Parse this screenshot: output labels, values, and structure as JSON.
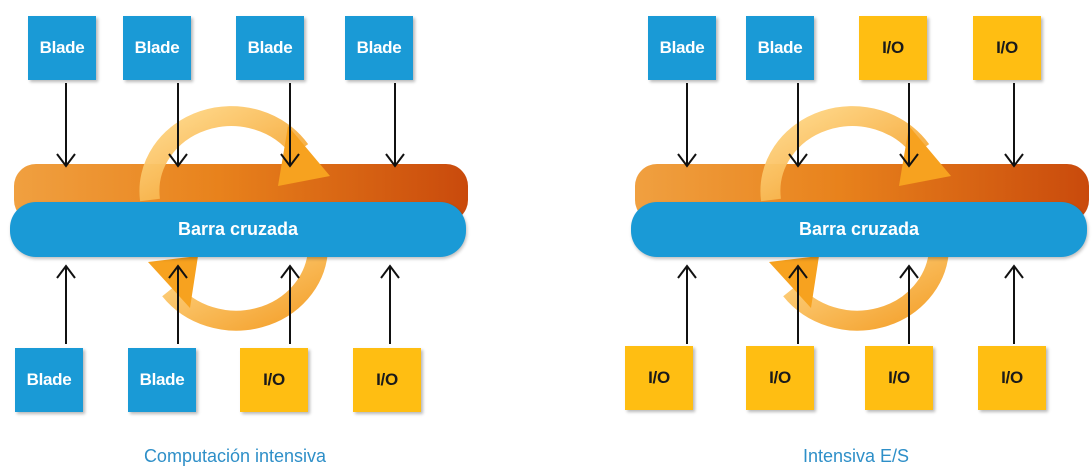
{
  "panels": [
    {
      "caption": "Computación intensiva",
      "crossbar_label": "Barra cruzada",
      "top_modules": [
        "Blade",
        "Blade",
        "Blade",
        "Blade"
      ],
      "bottom_modules": [
        "Blade",
        "Blade",
        "I/O",
        "I/O"
      ]
    },
    {
      "caption": "Intensiva E/S",
      "crossbar_label": "Barra cruzada",
      "top_modules": [
        "Blade",
        "Blade",
        "I/O",
        "I/O"
      ],
      "bottom_modules": [
        "I/O",
        "I/O",
        "I/O",
        "I/O"
      ]
    }
  ],
  "colors": {
    "blade": "#1a9ad6",
    "io": "#ffbe12",
    "crossbar": "#1a9ad6",
    "rail_orange": "#e8821c",
    "rail_dark": "#c94a0c",
    "swirl": "#f9a623",
    "caption": "#2e8fc8"
  }
}
